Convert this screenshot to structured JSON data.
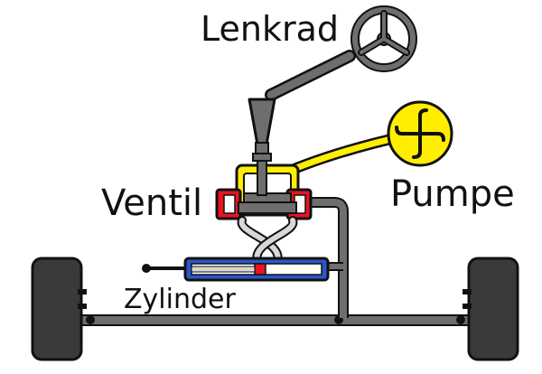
{
  "labels": {
    "lenkrad": "Lenkrad",
    "ventil": "Ventil",
    "pumpe": "Pumpe",
    "zylinder": "Zylinder"
  },
  "colors": {
    "outline": "#111111",
    "pump_yellow": "#ffee00",
    "valve_red": "#e8141e",
    "cylinder_blue": "#2a56c8",
    "rod_grey": "#6e6e6e",
    "wheel_dark": "#3a3a3a",
    "light_grey": "#d8d8d8"
  },
  "icons": {
    "steering_wheel": "steering-wheel-icon",
    "pump": "pump-icon",
    "tire": "tire-icon"
  }
}
